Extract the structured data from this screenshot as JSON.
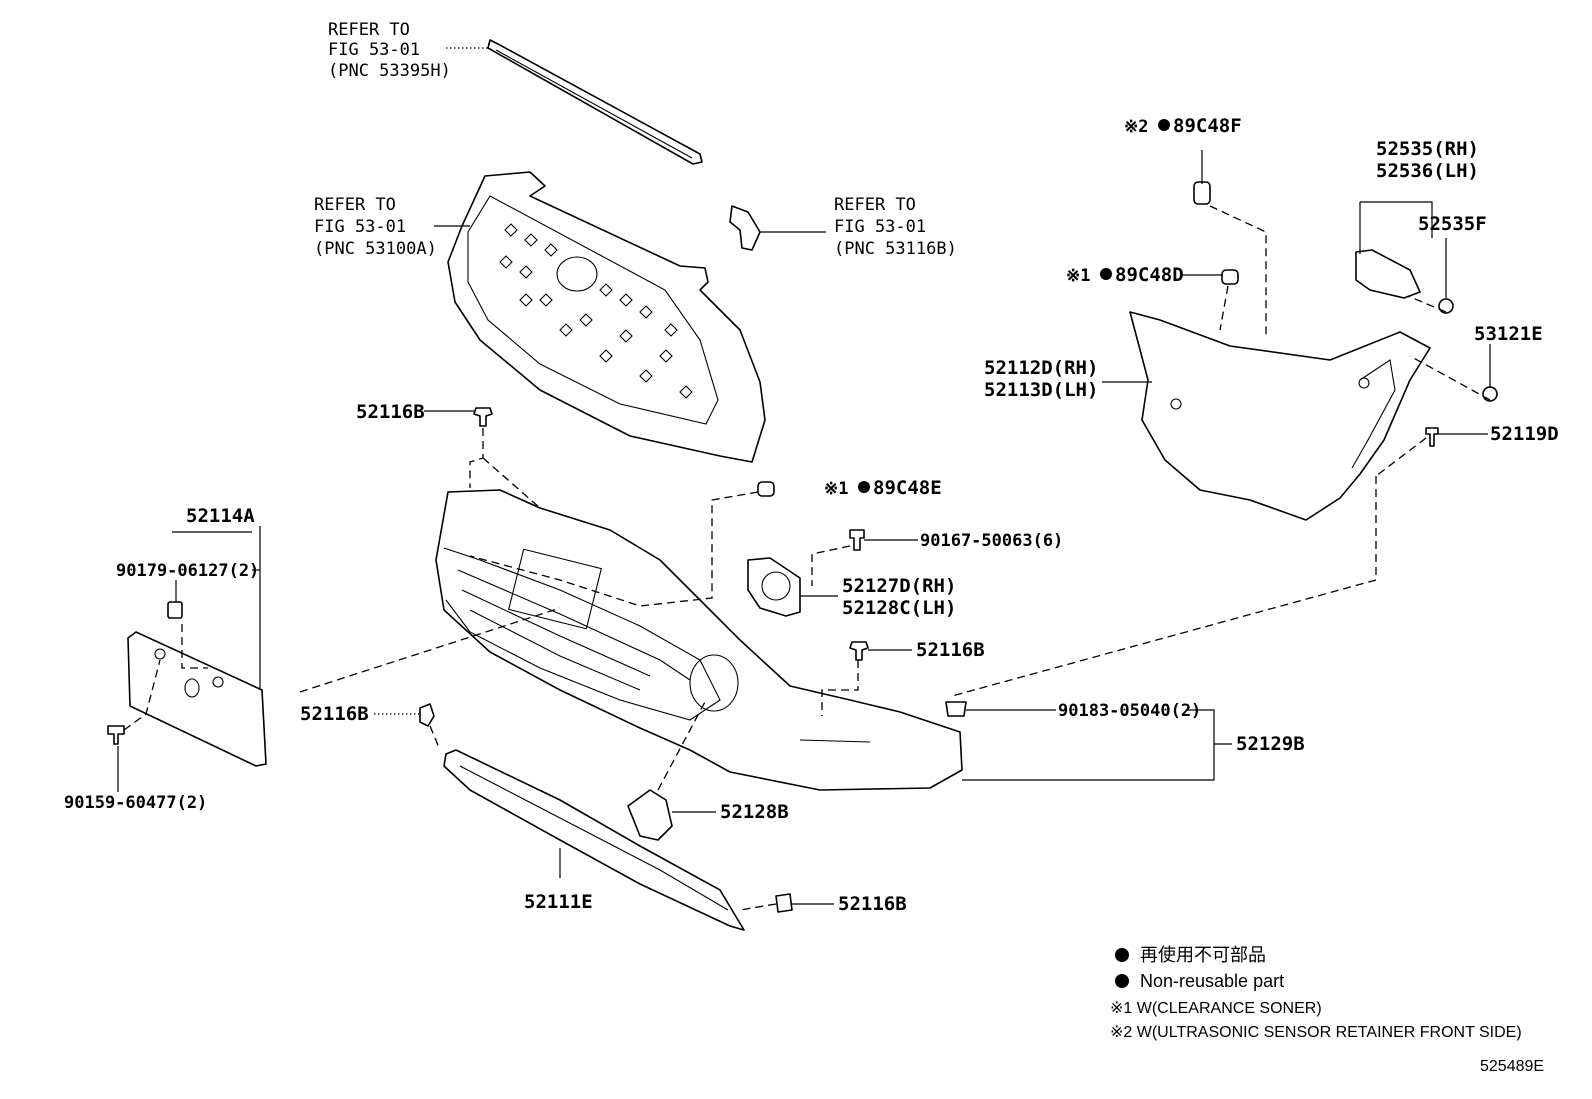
{
  "labels": {
    "ref_strip": [
      "REFER TO",
      "FIG 53-01",
      "(PNC 53395H)"
    ],
    "ref_grille": [
      "REFER TO",
      "FIG 53-01",
      "(PNC 53100A)"
    ],
    "ref_bracket": [
      "REFER TO",
      "FIG 53-01",
      "(PNC 53116B)"
    ],
    "p_89c48f": "89C48F",
    "p_89c48d": "89C48D",
    "p_89c48e": "89C48E",
    "mark1": "※1",
    "mark2": "※2",
    "p_52535_rh": "52535(RH)",
    "p_52536_lh": "52536(LH)",
    "p_52535f": "52535F",
    "p_53121e": "53121E",
    "p_52112d_rh": "52112D(RH)",
    "p_52113d_lh": "52113D(LH)",
    "p_52119d": "52119D",
    "p_52116b_a": "52116B",
    "p_52116b_b": "52116B",
    "p_52116b_c": "52116B",
    "p_52116b_d": "52116B",
    "p_52114a": "52114A",
    "p_90179": "90179-06127(2)",
    "p_90159": "90159-60477(2)",
    "p_90167": "90167-50063(6)",
    "p_52127d_rh": "52127D(RH)",
    "p_52128c_lh": "52128C(LH)",
    "p_90183": "90183-05040(2)",
    "p_52129b": "52129B",
    "p_52128b": "52128B",
    "p_52111e": "52111E"
  },
  "legend": {
    "jp": "再使用不可部品",
    "en": "Non-reusable part",
    "note1": "※1 W(CLEARANCE SONER)",
    "note2": "※2 W(ULTRASONIC SENSOR RETAINER FRONT SIDE)"
  },
  "figure_id": "525489E"
}
